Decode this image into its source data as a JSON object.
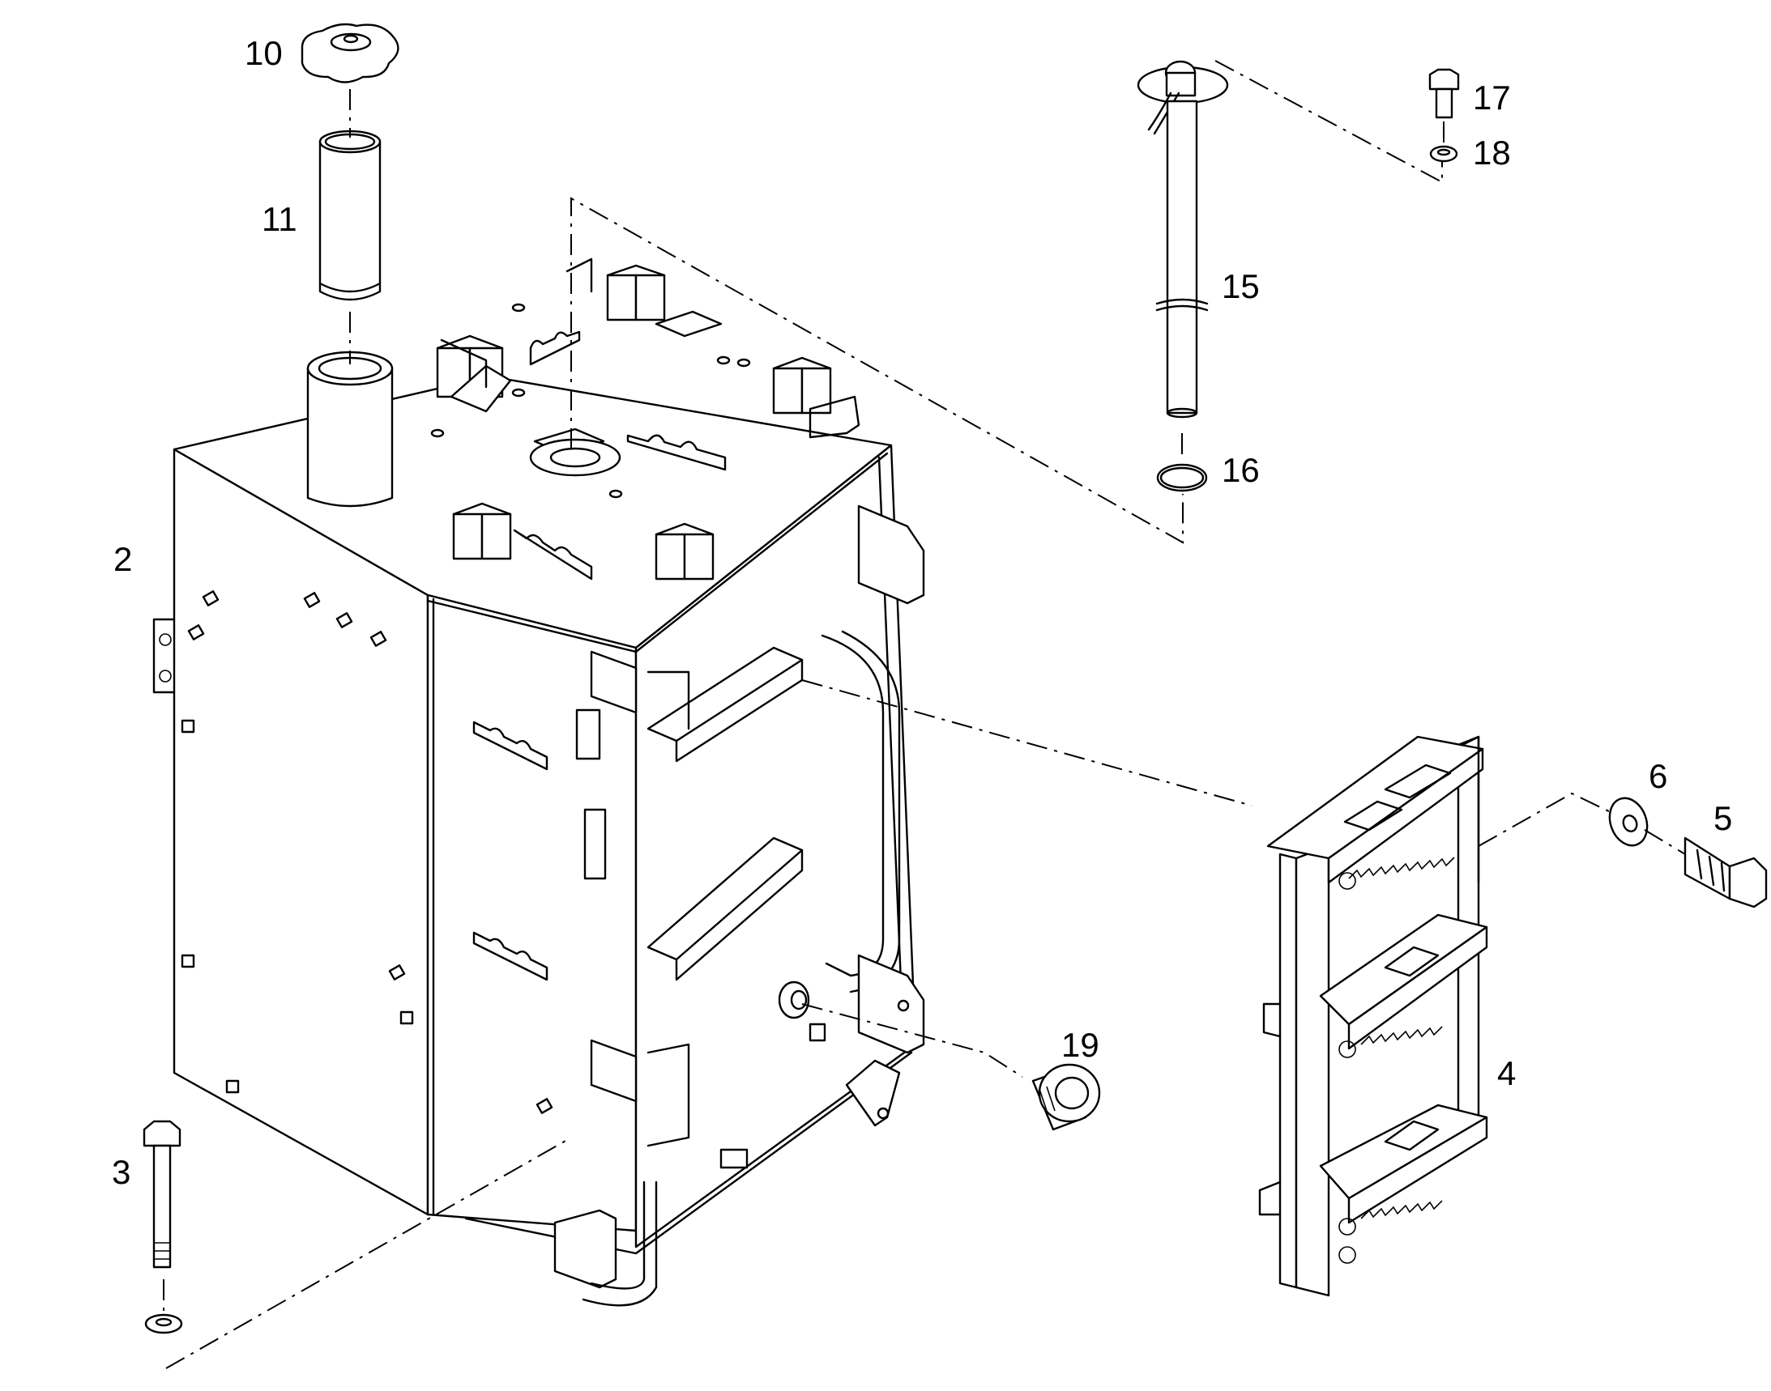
{
  "callouts": {
    "c2": "2",
    "c3": "3",
    "c4": "4",
    "c5": "5",
    "c6": "6",
    "c10": "10",
    "c11": "11",
    "c15": "15",
    "c16": "16",
    "c17": "17",
    "c18": "18",
    "c19": "19"
  }
}
